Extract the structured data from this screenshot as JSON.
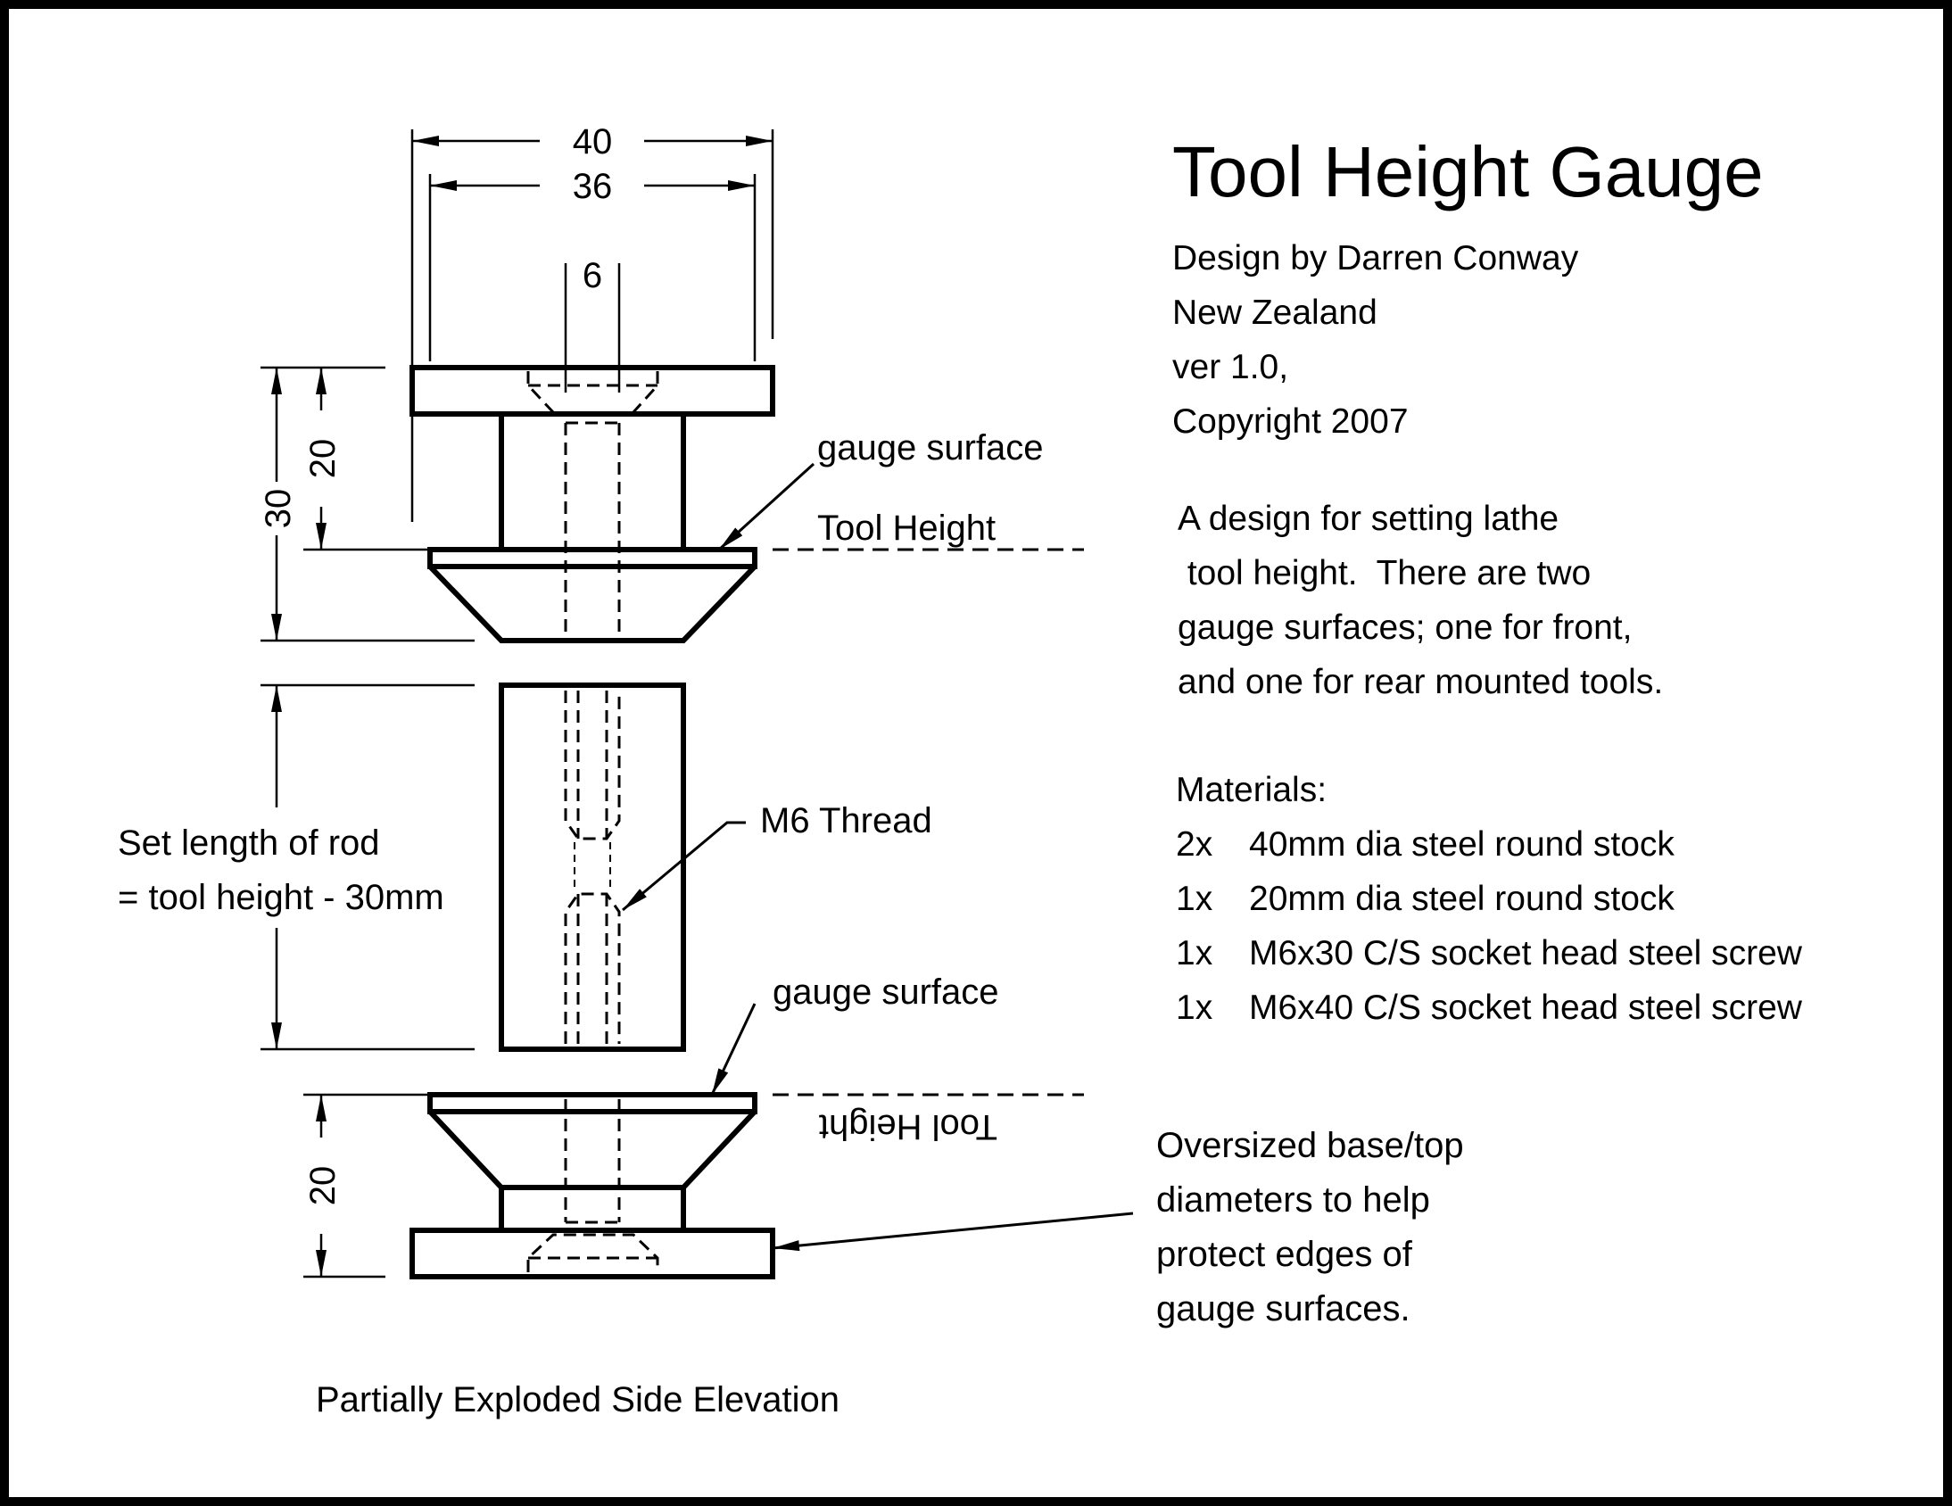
{
  "title": "Tool Height Gauge",
  "credits": [
    "Design by Darren Conway",
    "New Zealand",
    "ver 1.0,",
    "Copyright 2007"
  ],
  "description": [
    "A design for setting lathe",
    " tool height.  There are two",
    "gauge surfaces; one for front,",
    "and one for rear mounted tools."
  ],
  "materials_heading": "Materials:",
  "materials": [
    {
      "qty": "2x",
      "item": "40mm dia steel round stock"
    },
    {
      "qty": "1x",
      "item": "20mm dia steel round stock"
    },
    {
      "qty": "1x",
      "item": "M6x30 C/S socket head steel screw"
    },
    {
      "qty": "1x",
      "item": "M6x40 C/S socket head steel screw"
    }
  ],
  "dimensions": {
    "width_outer": "40",
    "width_inner": "36",
    "bore": "6",
    "top_height_total": "30",
    "top_height_body": "20",
    "bottom_height": "20"
  },
  "labels": {
    "gauge_surface_top": "gauge surface",
    "tool_height_top": "Tool Height",
    "gauge_surface_bottom": "gauge surface",
    "tool_height_bottom": "Tool Height",
    "m6_thread": "M6 Thread",
    "rod_note": [
      "Set length of rod",
      "= tool height - 30mm"
    ],
    "oversized_note": [
      "Oversized base/top",
      "diameters to help",
      "protect edges of",
      "gauge surfaces."
    ],
    "caption": "Partially Exploded Side Elevation"
  }
}
